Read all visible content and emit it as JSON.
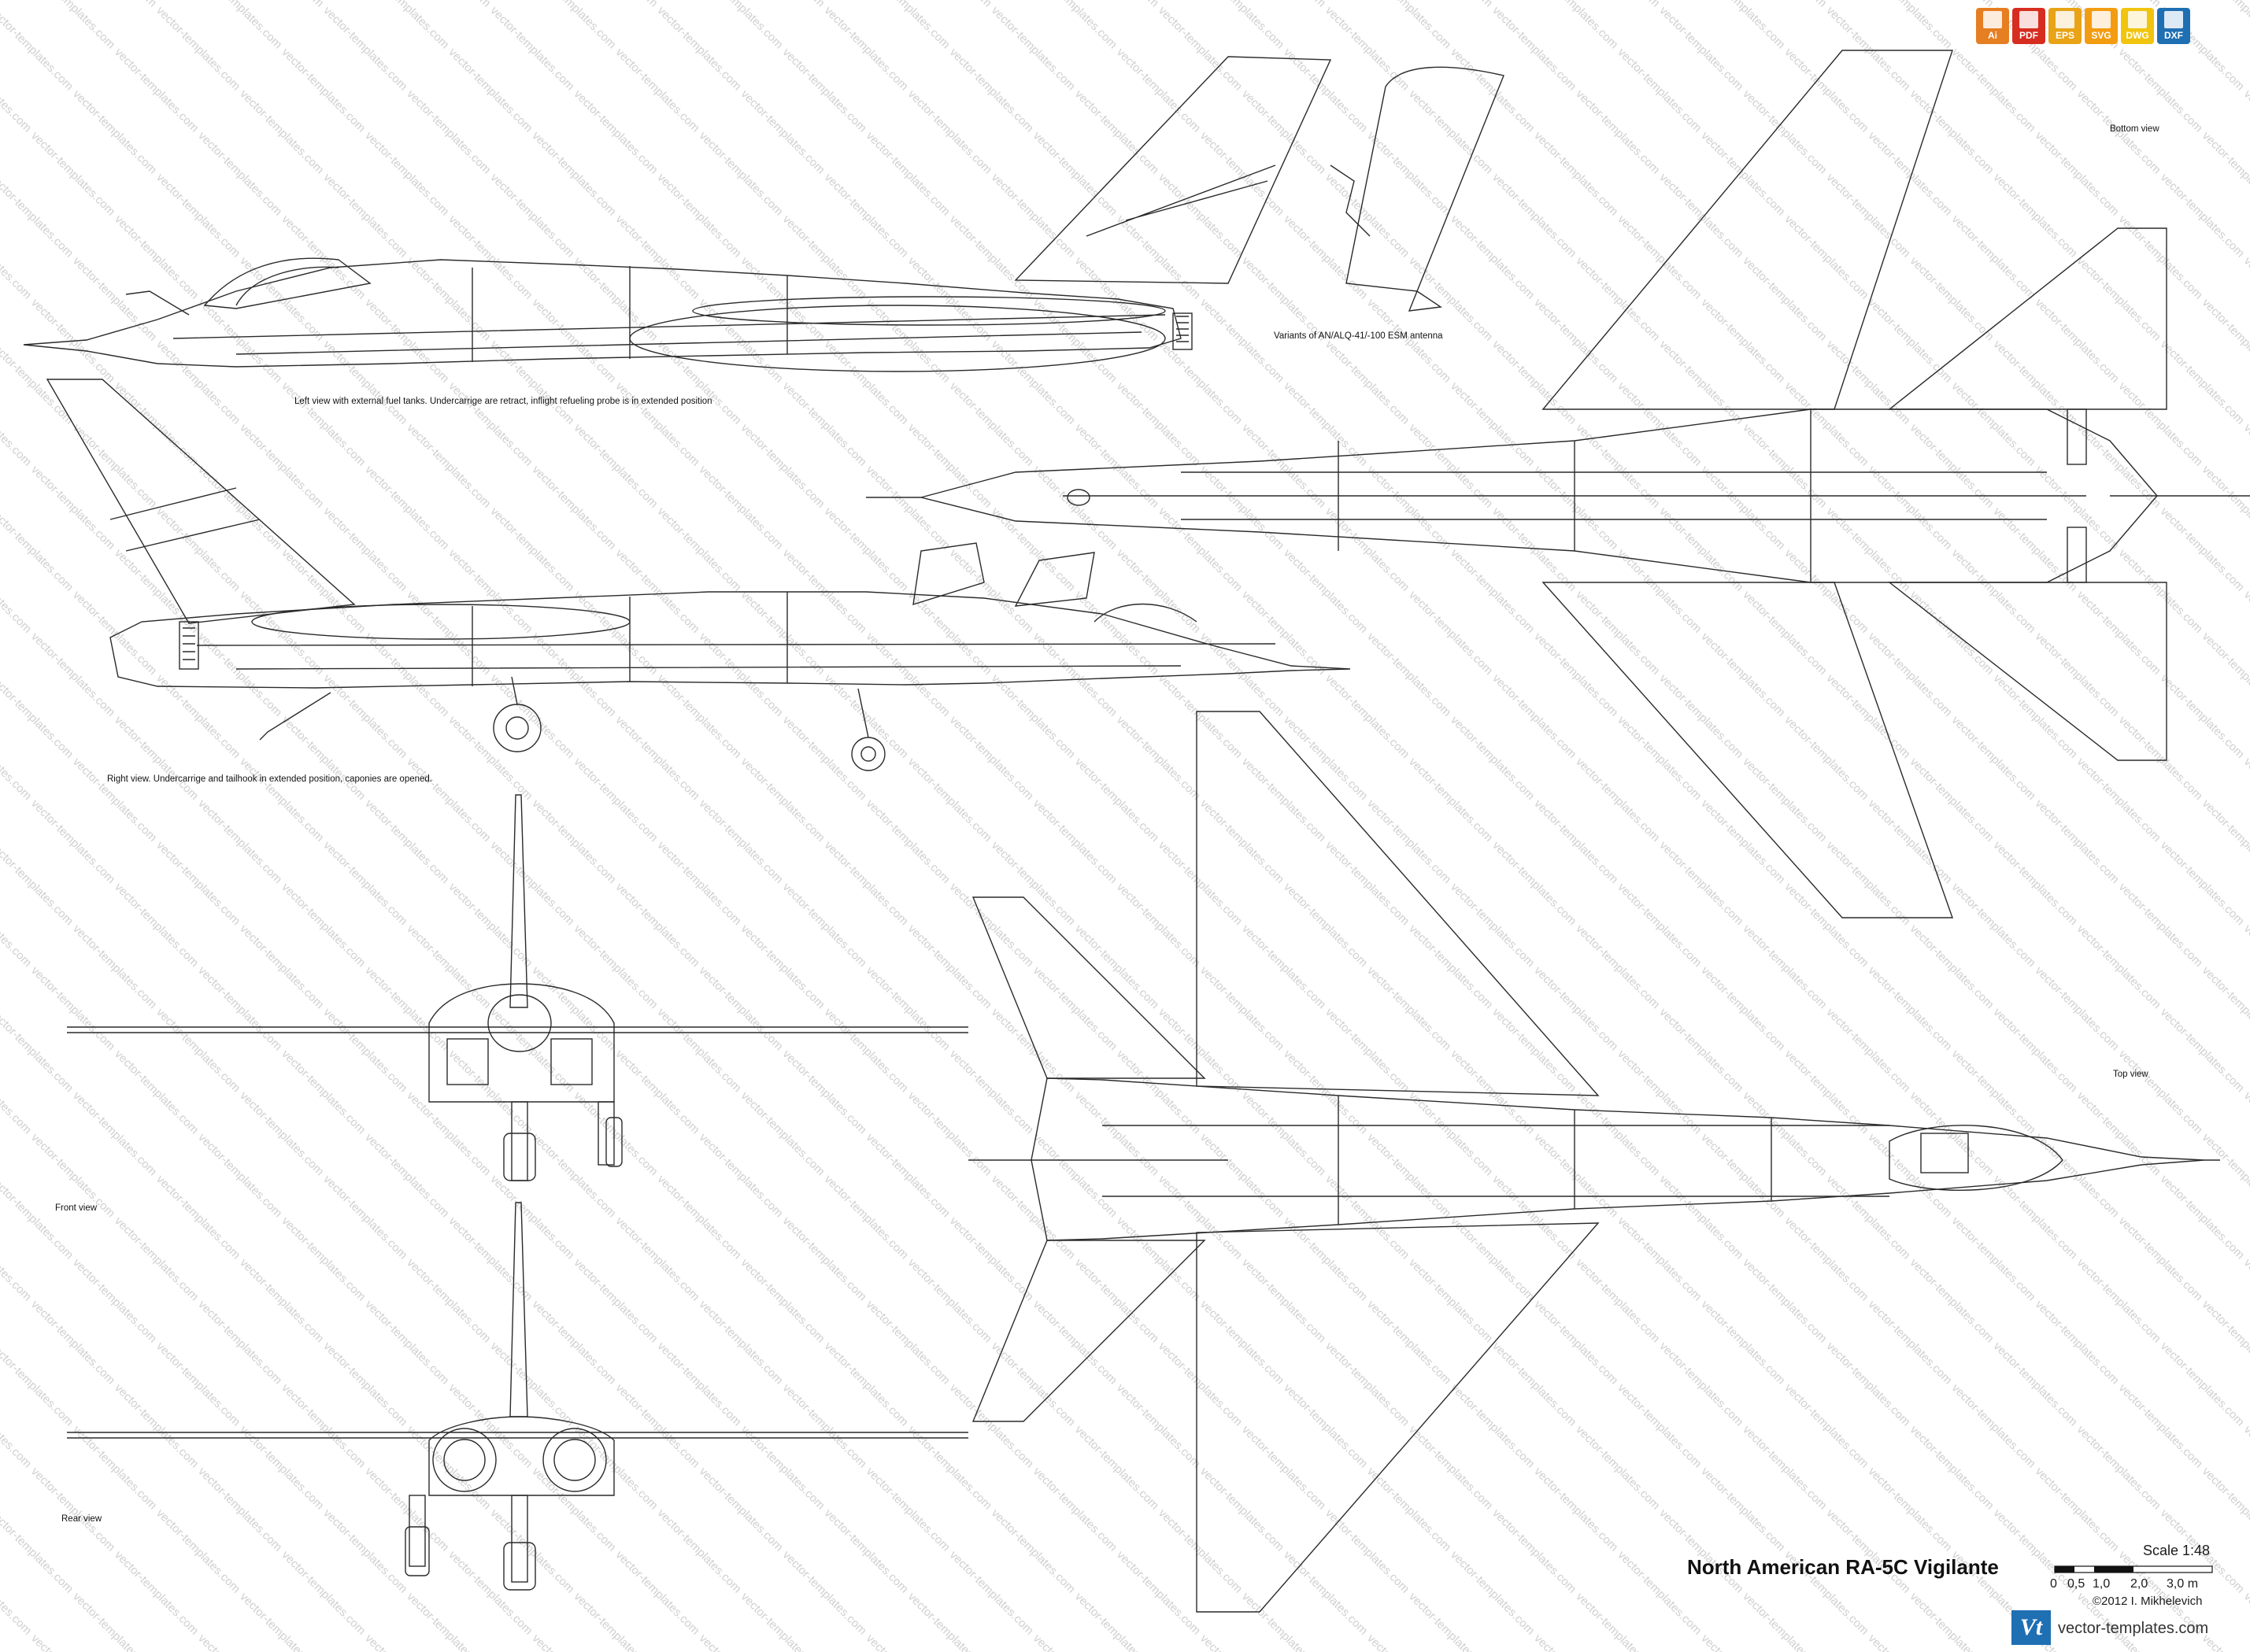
{
  "watermark": {
    "text": "vector-templates.com"
  },
  "captions": {
    "left_view": "Left view with external fuel tanks. Undercarrige are retract, inflight refueling probe is in extended position",
    "right_view": "Right view. Undercarrige and tailhook in extended position, caponies are opened.",
    "antenna": "Variants of AN/ALQ-41/-100 ESM antenna",
    "bottom_view": "Bottom view",
    "top_view": "Top view",
    "front_view": "Front view",
    "rear_view": "Rear view"
  },
  "title": "North American RA-5C Vigilante",
  "scale": {
    "label": "Scale 1:48",
    "ticks": [
      "0",
      "0,5",
      "1,0",
      "2,0",
      "3,0 m"
    ]
  },
  "copyright": "©2012 I. Mikhelevich",
  "site": {
    "logo_text": "Vt",
    "url": "vector-templates.com"
  },
  "formats": [
    {
      "label": "Ai",
      "color": "#e67e22"
    },
    {
      "label": "PDF",
      "color": "#d62d20"
    },
    {
      "label": "EPS",
      "color": "#e8a317"
    },
    {
      "label": "SVG",
      "color": "#f39c12"
    },
    {
      "label": "DWG",
      "color": "#f1c40f"
    },
    {
      "label": "DXF",
      "color": "#1f6fb3"
    }
  ],
  "colors": {
    "line": "#2a2a2a",
    "watermark": "#c9c9c9",
    "logo": "#1f6fb3"
  }
}
